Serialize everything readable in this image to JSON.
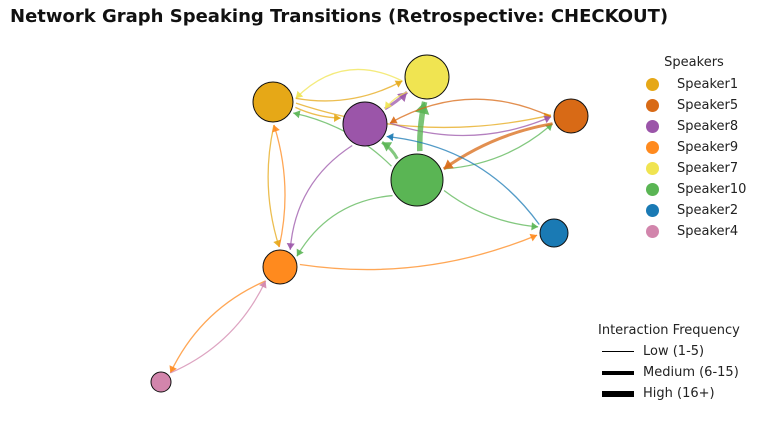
{
  "title": "Network Graph Speaking Transitions (Retrospective: CHECKOUT)",
  "speakers_legend": {
    "title": "Speakers",
    "items": [
      {
        "label": "Speaker1",
        "color": "#e6a817"
      },
      {
        "label": "Speaker5",
        "color": "#d86a16"
      },
      {
        "label": "Speaker8",
        "color": "#9b55a9"
      },
      {
        "label": "Speaker9",
        "color": "#ff8a1e"
      },
      {
        "label": "Speaker7",
        "color": "#f0e451"
      },
      {
        "label": "Speaker10",
        "color": "#5ab554"
      },
      {
        "label": "Speaker2",
        "color": "#1a7ab4"
      },
      {
        "label": "Speaker4",
        "color": "#d285ac"
      }
    ]
  },
  "frequency_legend": {
    "title": "Interaction Frequency",
    "items": [
      {
        "label": "Low (1-5)",
        "weight": 1
      },
      {
        "label": "Medium (6-15)",
        "weight": 3
      },
      {
        "label": "High (16+)",
        "weight": 5
      }
    ]
  },
  "graph": {
    "nodes": [
      {
        "id": "Speaker1",
        "color": "#e6a817"
      },
      {
        "id": "Speaker5",
        "color": "#d86a16"
      },
      {
        "id": "Speaker8",
        "color": "#9b55a9"
      },
      {
        "id": "Speaker9",
        "color": "#ff8a1e"
      },
      {
        "id": "Speaker7",
        "color": "#f0e451"
      },
      {
        "id": "Speaker10",
        "color": "#5ab554"
      },
      {
        "id": "Speaker2",
        "color": "#1a7ab4"
      },
      {
        "id": "Speaker4",
        "color": "#d285ac"
      }
    ],
    "edges": [
      {
        "from": "Speaker7",
        "to": "Speaker1",
        "weight": 1
      },
      {
        "from": "Speaker1",
        "to": "Speaker7",
        "weight": 1
      },
      {
        "from": "Speaker1",
        "to": "Speaker8",
        "weight": 1
      },
      {
        "from": "Speaker1",
        "to": "Speaker5",
        "weight": 1
      },
      {
        "from": "Speaker1",
        "to": "Speaker9",
        "weight": 1
      },
      {
        "from": "Speaker9",
        "to": "Speaker1",
        "weight": 1
      },
      {
        "from": "Speaker8",
        "to": "Speaker7",
        "weight": 2
      },
      {
        "from": "Speaker8",
        "to": "Speaker5",
        "weight": 1
      },
      {
        "from": "Speaker8",
        "to": "Speaker9",
        "weight": 1
      },
      {
        "from": "Speaker10",
        "to": "Speaker7",
        "weight": 4
      },
      {
        "from": "Speaker10",
        "to": "Speaker8",
        "weight": 2
      },
      {
        "from": "Speaker10",
        "to": "Speaker1",
        "weight": 1
      },
      {
        "from": "Speaker10",
        "to": "Speaker5",
        "weight": 1
      },
      {
        "from": "Speaker10",
        "to": "Speaker2",
        "weight": 1
      },
      {
        "from": "Speaker10",
        "to": "Speaker9",
        "weight": 1
      },
      {
        "from": "Speaker7",
        "to": "Speaker8",
        "weight": 1
      },
      {
        "from": "Speaker5",
        "to": "Speaker10",
        "weight": 2
      },
      {
        "from": "Speaker5",
        "to": "Speaker8",
        "weight": 1
      },
      {
        "from": "Speaker2",
        "to": "Speaker8",
        "weight": 1
      },
      {
        "from": "Speaker9",
        "to": "Speaker2",
        "weight": 1
      },
      {
        "from": "Speaker9",
        "to": "Speaker4",
        "weight": 1
      },
      {
        "from": "Speaker4",
        "to": "Speaker9",
        "weight": 1
      }
    ]
  }
}
